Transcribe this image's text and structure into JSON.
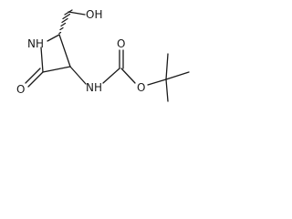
{
  "molecule": {
    "atoms": {
      "hydroxyl": "OH",
      "ring_nitrogen": "NH",
      "carbonyl_oxygen": "O",
      "amide_nitrogen": "NH",
      "ester_carbonyl_oxygen": "O",
      "ester_oxygen": "O"
    },
    "stereo": {
      "c4_to_ch2": "hashed-wedge"
    }
  },
  "colors": {
    "ink": "#1a1a1a",
    "background": "#ffffff"
  }
}
